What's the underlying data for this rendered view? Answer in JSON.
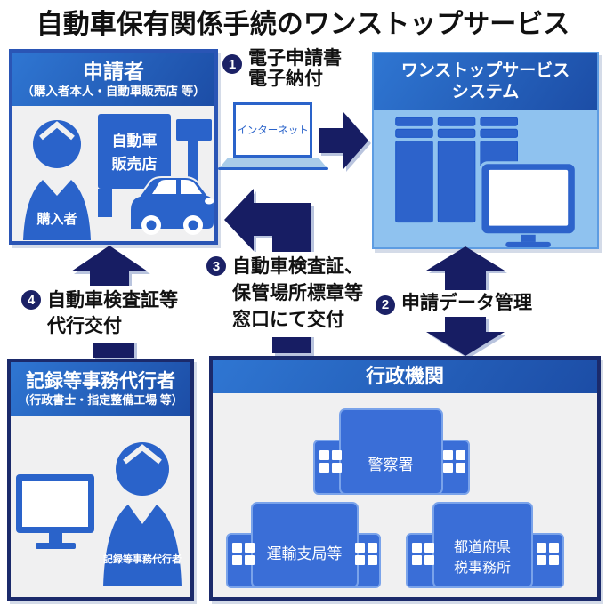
{
  "title": "自動車保有関係手続のワンストップサービス",
  "colors": {
    "header_gradient_start": "#2f76d2",
    "header_gradient_end": "#1c4da6",
    "arrow_navy": "#171d63",
    "illustration_blue": "#2a63ca",
    "system_body_blue": "#8fc2ef",
    "building_blue": "#3a6ed7",
    "box_body_gray": "#f0f0f1"
  },
  "icons": {
    "buyer": "person-silhouette",
    "dealer": "shop-building-with-sign",
    "car": "car-silhouette",
    "internet": "laptop",
    "system": "server-racks-and-monitor",
    "agent": "monitor-and-person",
    "government": "government-buildings"
  },
  "boxes": {
    "applicant": {
      "title": "申請者",
      "subtitle": "（購入者本人・自動車販売店 等）",
      "buyer_label": "購入者",
      "shop_label_line1": "自動車",
      "shop_label_line2": "販売店"
    },
    "system": {
      "title_line1": "ワンストップサービス",
      "title_line2": "システム"
    },
    "agent": {
      "title": "記録等事務代行者",
      "subtitle": "（行政書士・指定整備工場 等）",
      "person_label": "記録等事務代行者"
    },
    "government": {
      "title": "行政機関",
      "buildings": [
        {
          "label": "警察署"
        },
        {
          "label": "運輸支局等"
        },
        {
          "label_line1": "都道府県",
          "label_line2": "税事務所"
        }
      ]
    }
  },
  "steps": {
    "step1": {
      "number": "1",
      "line1": "電子申請書",
      "line2": "電子納付"
    },
    "step2": {
      "number": "2",
      "label": "申請データ管理"
    },
    "step3": {
      "number": "3",
      "line1": "自動車検査証、",
      "line2": "保管場所標章等",
      "line3": "窓口にて交付"
    },
    "step4": {
      "number": "4",
      "line1": "自動車検査証等",
      "line2": "代行交付"
    }
  },
  "laptop": {
    "screen_label": "インターネット"
  }
}
